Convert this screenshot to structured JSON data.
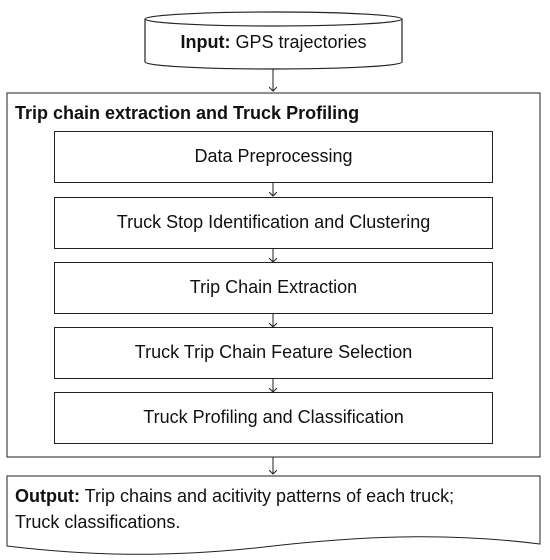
{
  "input": {
    "prefix": "Input:",
    "text": " GPS trajectories"
  },
  "process": {
    "title": "Trip chain extraction and Truck Profiling",
    "steps": [
      "Data Preprocessing",
      "Truck Stop Identification and Clustering",
      "Trip Chain Extraction",
      "Truck Trip Chain Feature Selection",
      "Truck Profiling and Classification"
    ]
  },
  "output": {
    "prefix": "Output:",
    "line1": " Trip chains and acitivity patterns of each truck;",
    "line2": "Truck classifications."
  },
  "colors": {
    "stroke": "#222222",
    "background": "#ffffff"
  }
}
